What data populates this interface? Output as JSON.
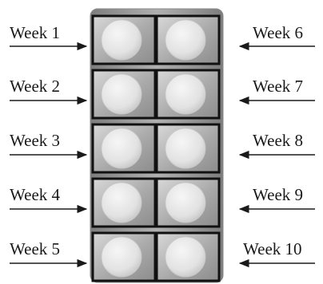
{
  "left_labels": [
    "Week 1",
    "Week 2",
    "Week 3",
    "Week 4",
    "Week 5"
  ],
  "right_labels": [
    "Week 6",
    "Week 7",
    "Week 8",
    "Week 9",
    "Week 10"
  ],
  "colors": {
    "card_frame": "#8a8a8a",
    "blister_border": "#111111",
    "pill": "#e6e6e6",
    "text": "#1a1a1a"
  }
}
